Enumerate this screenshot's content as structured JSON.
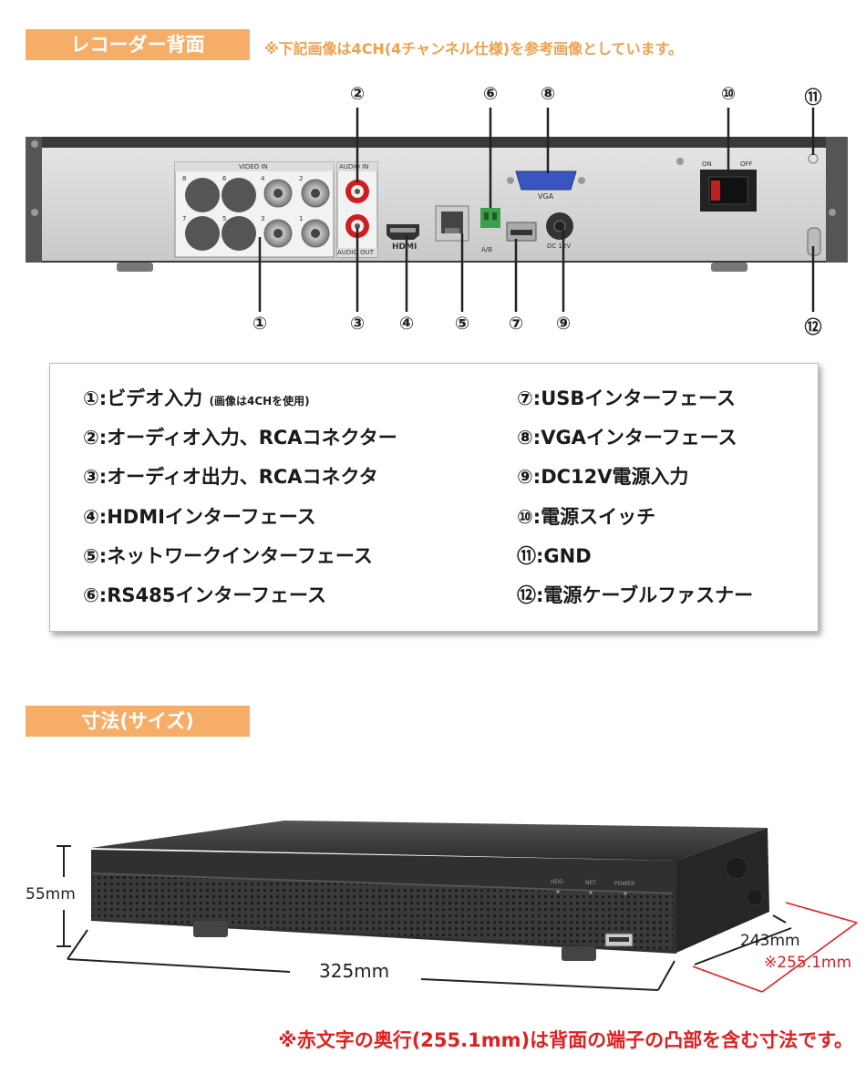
{
  "rear": {
    "header": "レコーダー背面",
    "note": "※下記画像は4CH(4チャンネル仕様)を参考画像としています。",
    "panel_labels": {
      "video_in": "VIDEO IN",
      "audio_in": "AUDIO IN",
      "audio_out": "AUDIO OUT",
      "hdmi": "HDMI",
      "vga": "VGA",
      "ab": "A/B",
      "dc": "DC 12V",
      "on": "ON",
      "off": "OFF",
      "ch": [
        "8",
        "6",
        "4",
        "2",
        "7",
        "5",
        "3",
        "1"
      ]
    },
    "callouts": [
      "①",
      "②",
      "③",
      "④",
      "⑤",
      "⑥",
      "⑦",
      "⑧",
      "⑨",
      "⑩",
      "⑪",
      "⑫"
    ]
  },
  "legend": {
    "left": [
      {
        "num": "①",
        "label": "ビデオ入力",
        "note": "(画像は4CHを使用)"
      },
      {
        "num": "②",
        "label": "オーディオ入力、RCAコネクター",
        "note": ""
      },
      {
        "num": "③",
        "label": "オーディオ出力、RCAコネクタ",
        "note": ""
      },
      {
        "num": "④",
        "label": "HDMIインターフェース",
        "note": ""
      },
      {
        "num": "⑤",
        "label": "ネットワークインターフェース",
        "note": ""
      },
      {
        "num": "⑥",
        "label": "RS485インターフェース",
        "note": ""
      }
    ],
    "right": [
      {
        "num": "⑦",
        "label": "USBインターフェース"
      },
      {
        "num": "⑧",
        "label": "VGAインターフェース"
      },
      {
        "num": "⑨",
        "label": "DC12V電源入力"
      },
      {
        "num": "⑩",
        "label": "電源スイッチ"
      },
      {
        "num": "⑪",
        "label": "GND"
      },
      {
        "num": "⑫",
        "label": "電源ケーブルファスナー"
      }
    ]
  },
  "dimensions": {
    "header": "寸法(サイズ)",
    "height": "55mm",
    "width": "325mm",
    "depth": "243mm",
    "depth_red": "※255.1mm",
    "front_labels": [
      "HDD",
      "NET",
      "POWER"
    ],
    "note": "※赤文字の奥行(255.1mm)は背面の端子の凸部を含む寸法です。"
  },
  "colors": {
    "header_bg": "#f6ad68",
    "accent_red": "#e02020"
  }
}
